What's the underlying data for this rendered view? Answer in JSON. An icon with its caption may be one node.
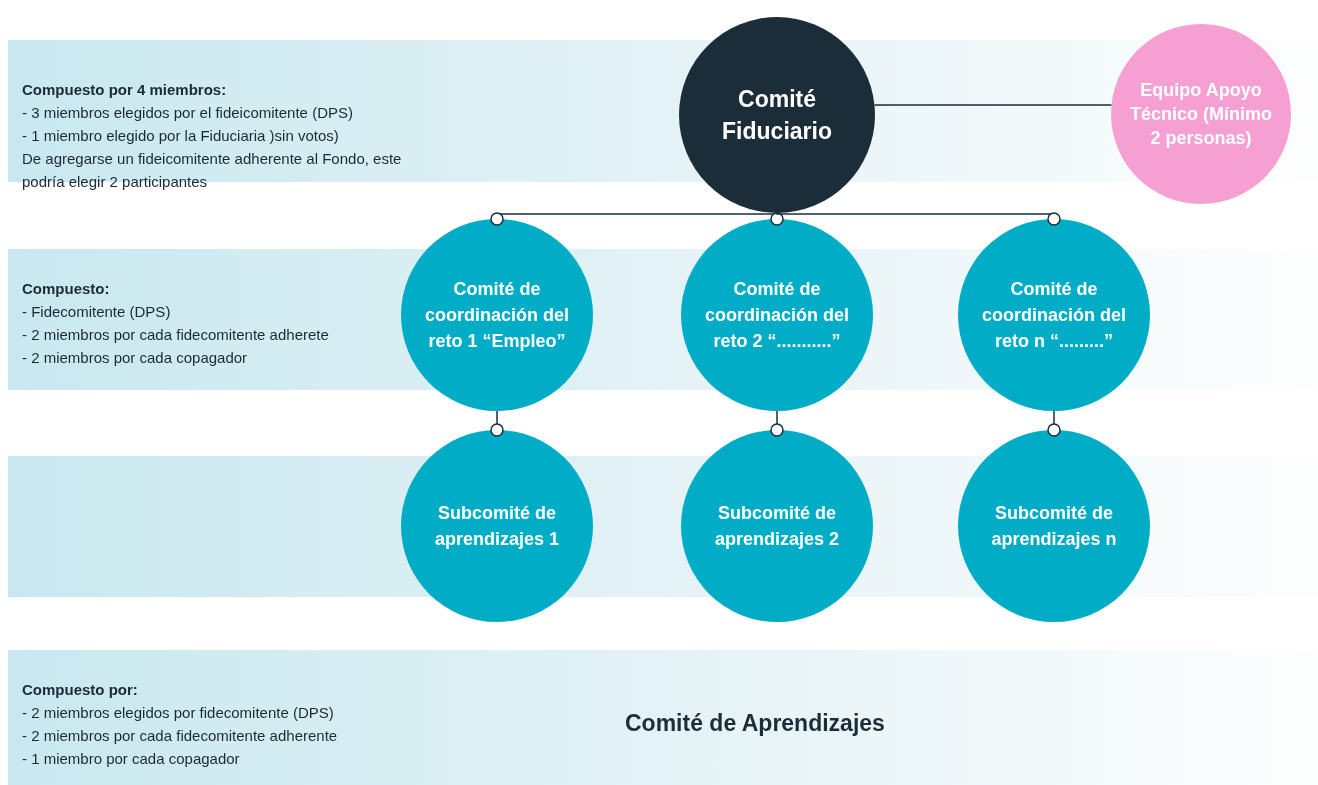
{
  "diagram": {
    "nodes": [
      {
        "text": [
          "Comité Fiduciario"
        ]
      },
      {
        "text": [
          "Equipo Apoyo Técnico (Mínimo 2 personas)"
        ]
      },
      {
        "text": [
          "Comité de coordinación del reto 1 “Empleo”"
        ]
      },
      {
        "text": [
          "Comité de coordinación del reto 2 “...........”"
        ]
      },
      {
        "text": [
          "Comité de coordinación del reto n “.........”"
        ]
      },
      {
        "text": [
          "Subcomité de aprendizajes 1"
        ]
      },
      {
        "text": [
          "Subcomité de aprendizajes 2"
        ]
      },
      {
        "text": [
          "Subcomité de aprendizajes n"
        ]
      }
    ],
    "edges": [
      {
        "from": 0,
        "to": 1,
        "arrow": "none"
      },
      {
        "from": 0,
        "to": 2,
        "arrow": "other"
      },
      {
        "from": 0,
        "to": 3,
        "arrow": "other"
      },
      {
        "from": 0,
        "to": 4,
        "arrow": "other"
      },
      {
        "from": 2,
        "to": 5,
        "arrow": "other"
      },
      {
        "from": 3,
        "to": 6,
        "arrow": "other"
      },
      {
        "from": 4,
        "to": 7,
        "arrow": "other"
      }
    ],
    "labels": [
      "Compuesto por 4 miembros:",
      "- 3 miembros elegidos por el fideicomitente (DPS)",
      "- 1 miembro elegido por la Fiduciaria )sin votos)",
      "De agregarse un fideicomitente adherente al Fondo, este podría elegir 2 participantes",
      "Compuesto:",
      "- Fidecomitente (DPS)",
      "- 2 miembros por cada fidecomitente adherete",
      "- 2 miembros por cada copagador",
      "Compuesto por:",
      "- 2 miembros elegidos por fidecomitente (DPS)",
      "- 2 miembros por cada fidecomitente adherente",
      "- 1 miembro por cada copagador",
      "Comité de Aprendizajes"
    ]
  }
}
